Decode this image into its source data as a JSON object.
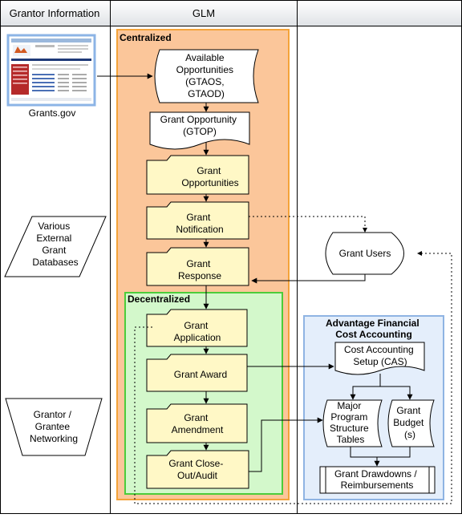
{
  "header": {
    "col1": "Grantor Information",
    "col2": "GLM",
    "col3": ""
  },
  "left": {
    "website_caption": "Grants.gov",
    "databases": [
      "Various",
      "External",
      "Grant",
      "Databases"
    ],
    "networking": [
      "Grantor /",
      "Grantee",
      "Networking"
    ]
  },
  "centralized": {
    "title": "Centralized",
    "available": [
      "Available",
      "Opportunities",
      "(GTAOS,",
      "GTAOD)"
    ],
    "grant_opportunity": [
      "Grant Opportunity",
      "(GTOP)"
    ],
    "grant_opportunities": [
      "Grant",
      "Opportunities"
    ],
    "grant_notification": [
      "Grant",
      "Notification"
    ],
    "grant_response": [
      "Grant",
      "Response"
    ]
  },
  "decentralized": {
    "title": "Decentralized",
    "grant_application": [
      "Grant",
      "Application"
    ],
    "grant_award": [
      "Grant Award"
    ],
    "grant_amendment": [
      "Grant",
      "Amendment"
    ],
    "grant_closeout": [
      "Grant Close-",
      "Out/Audit"
    ]
  },
  "right": {
    "grant_users": "Grant Users",
    "advantage_title": [
      "Advantage Financial",
      "Cost Accounting"
    ],
    "cas": [
      "Cost Accounting",
      "Setup (CAS)"
    ],
    "major_program": [
      "Major",
      "Program",
      "Structure",
      "Tables"
    ],
    "grant_budget": [
      "Grant",
      "Budget",
      "(s)"
    ],
    "drawdowns": [
      "Grant Drawdowns /",
      "Reimbursements"
    ]
  },
  "colors": {
    "centralized_fill": "#fbc69a",
    "centralized_border": "#f4a33a",
    "decentralized_fill": "#d3f8cb",
    "decentralized_border": "#4ccc3a",
    "advantage_fill": "#e4eefb",
    "advantage_border": "#8fb4e3",
    "folder_fill": "#fff8c6"
  }
}
